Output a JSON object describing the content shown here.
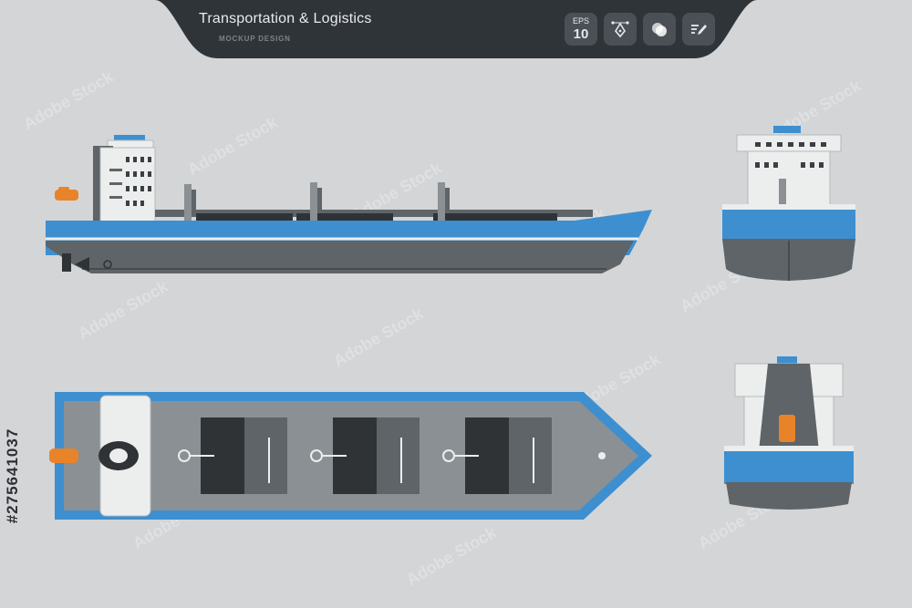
{
  "header": {
    "title": "Transportation & Logistics",
    "subtitle": "MOCKUP DESIGN",
    "badges": [
      {
        "icon": "eps-file-icon",
        "line1": "EPS",
        "line2": "10"
      },
      {
        "icon": "pen-tool-icon"
      },
      {
        "icon": "color-circles-icon"
      },
      {
        "icon": "edit-lines-icon"
      }
    ]
  },
  "stock_id": "#275641037",
  "watermark": "Adobe Stock",
  "colors": {
    "background": "#d3d5d7",
    "header": "#2f3439",
    "hull_blue": "#3d8fd0",
    "hull_gray": "#5e6467",
    "deck_gray": "#8a9093",
    "superstructure": "#eceeee",
    "lifeboat": "#e8832a"
  },
  "views": [
    "side-view",
    "front-view",
    "top-view",
    "rear-view"
  ]
}
